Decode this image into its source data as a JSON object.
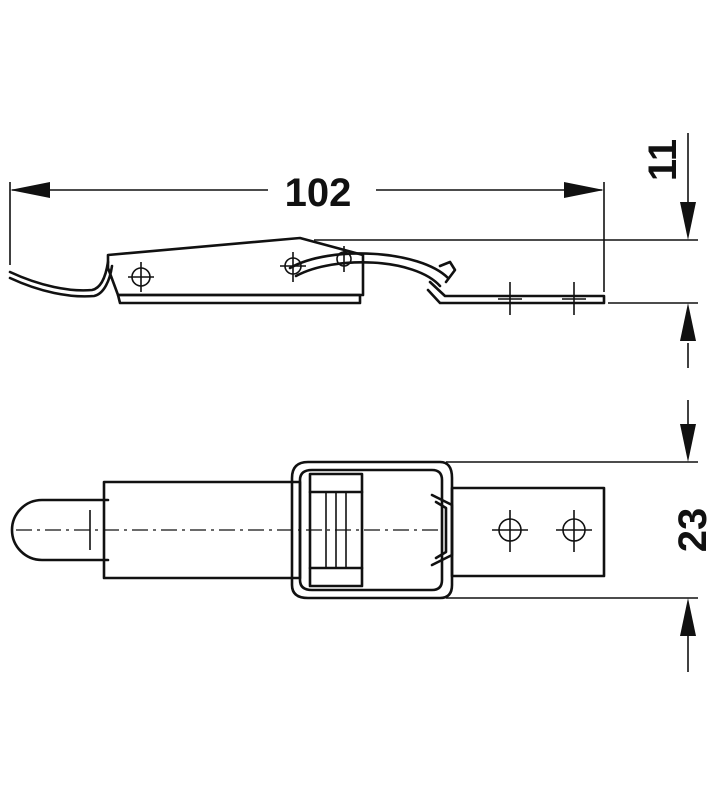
{
  "dimensions": {
    "length": "102",
    "height": "11",
    "width": "23"
  },
  "colors": {
    "line": "#111111",
    "background": "#ffffff"
  }
}
